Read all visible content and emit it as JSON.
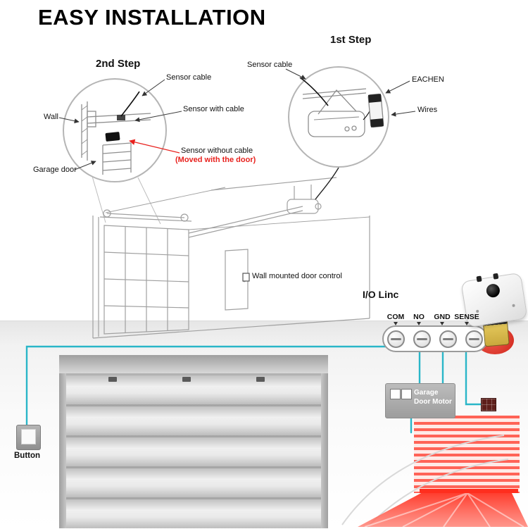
{
  "title": "EASY INSTALLATION",
  "steps": {
    "first": "1st Step",
    "second": "2nd Step"
  },
  "callouts": {
    "sensor_cable_left": "Sensor cable",
    "sensor_with_cable": "Sensor with cable",
    "wall": "Wall",
    "garage_door": "Garage door",
    "sensor_without_cable": "Sensor without cable",
    "moved_with_door": "(Moved with the door)",
    "sensor_cable_right": "Sensor cable",
    "eachen": "EACHEN",
    "wires": "Wires",
    "wall_mounted_control": "Wall mounted door control"
  },
  "wiring": {
    "io_linc": "I/O Linc",
    "terminals": [
      "COM",
      "NO",
      "GND",
      "SENSE"
    ],
    "garage_door_motor": "Garage Door Motor",
    "button": "Button"
  },
  "colors": {
    "wire": "#2ab6c8",
    "warning_red": "#e8211d",
    "laser_red": "#ff3b2d"
  }
}
